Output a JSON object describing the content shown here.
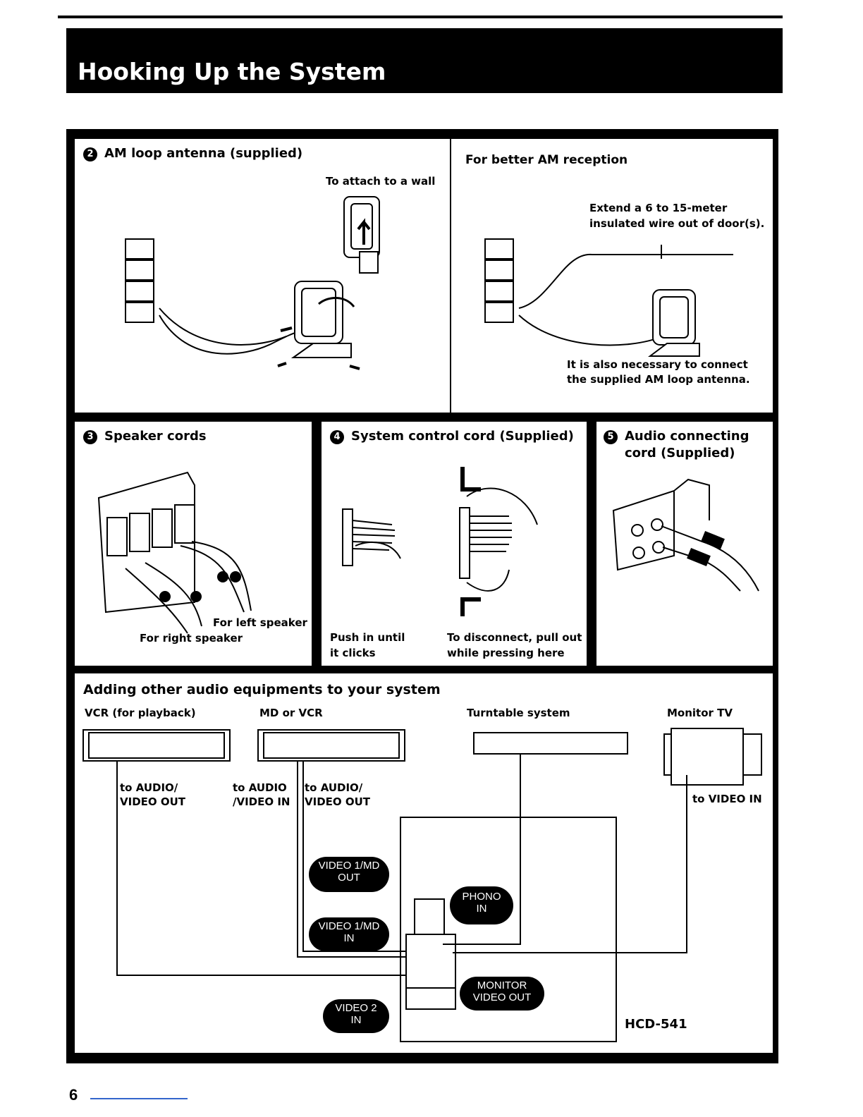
{
  "page": {
    "title": "Hooking Up the System",
    "page_number": "6"
  },
  "panels": {
    "am_antenna": {
      "number": "2",
      "title": "AM loop antenna (supplied)",
      "wall_note": "To attach to a wall"
    },
    "am_reception": {
      "title": "For better AM reception",
      "extend_note_1": "Extend a 6 to 15-meter",
      "extend_note_2": "insulated wire out of door(s).",
      "connect_note_1": "It is also necessary to connect",
      "connect_note_2": "the supplied AM loop antenna."
    },
    "speaker": {
      "number": "3",
      "title": "Speaker cords",
      "left_label": "For left speaker",
      "right_label": "For right speaker"
    },
    "system_control": {
      "number": "4",
      "title": "System control cord (Supplied)",
      "push_1": "Push in until",
      "push_2": "it clicks",
      "disconnect_1": "To disconnect, pull out",
      "disconnect_2": "while pressing here"
    },
    "audio_cord": {
      "number": "5",
      "title_1": "Audio connecting",
      "title_2": "cord (Supplied)"
    },
    "adding": {
      "title": "Adding other audio equipments to your system",
      "devices": {
        "vcr": "VCR (for playback)",
        "md": "MD or VCR",
        "turntable": "Turntable system",
        "tv": "Monitor TV"
      },
      "labels": {
        "vcr_out_1": "to AUDIO/",
        "vcr_out_2": "VIDEO OUT",
        "md_in_1": "to AUDIO",
        "md_in_2": "/VIDEO IN",
        "md_out_1": "to AUDIO/",
        "md_out_2": "VIDEO OUT",
        "tv_in": "to VIDEO IN"
      },
      "jacks": {
        "video1_out_1": "VIDEO 1/MD",
        "video1_out_2": "OUT",
        "phono_1": "PHONO",
        "phono_2": "IN",
        "video1_in_1": "VIDEO 1/MD",
        "video1_in_2": "IN",
        "monitor_1": "MONITOR",
        "monitor_2": "VIDEO OUT",
        "video2_1": "VIDEO 2",
        "video2_2": "IN"
      },
      "model": "HCD-541"
    }
  }
}
